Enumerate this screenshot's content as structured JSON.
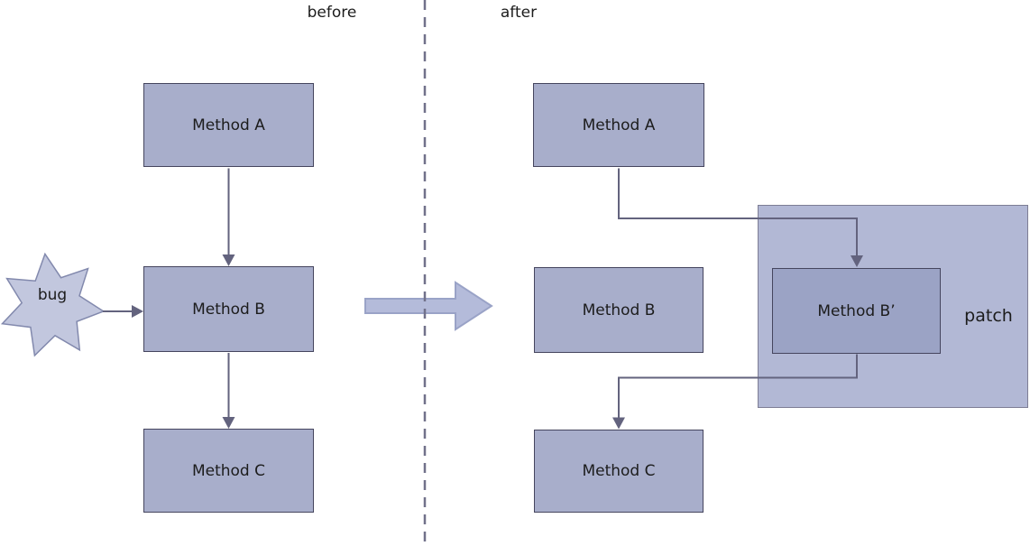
{
  "sections": {
    "before": {
      "label": "before",
      "bug": "bug",
      "method_a": "Method A",
      "method_b": "Method B",
      "method_c": "Method C",
      "flow": [
        "Method A → Method B",
        "Method B → Method C",
        "bug → Method B"
      ]
    },
    "after": {
      "label": "after",
      "method_a": "Method A",
      "method_b": "Method B",
      "method_b_prime": "Method B’",
      "method_c": "Method C",
      "patch_label": "patch",
      "flow": [
        "Method A → Method B’",
        "Method B’ → Method C"
      ]
    }
  },
  "colors": {
    "node-fill": "#a8aecb",
    "node-border": "#45455e",
    "node-prime-fill": "#9ba3c5",
    "star-fill": "#c2c7de",
    "star-border": "#8289ad",
    "patch-fill": "#b2b8d5",
    "patch-border": "#7d7d94",
    "connector": "#63637e",
    "divider": "#71718a",
    "block-arrow-fill": "#b4bbda",
    "block-arrow-border": "#9aa3c7",
    "text": "#1c1c1c"
  }
}
